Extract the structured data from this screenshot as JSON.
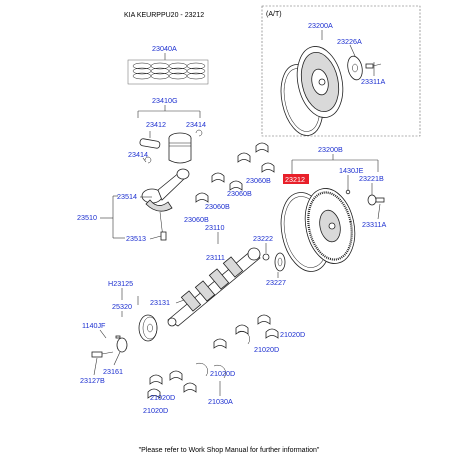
{
  "header": {
    "title": "KIA KEURPPU20 - 23212",
    "at_label": "(A/T)"
  },
  "footer": {
    "note": "\"Please refer to Work Shop Manual for further information\""
  },
  "colors": {
    "label_text": "#1c2fd0",
    "highlight_bg": "#e8202a",
    "highlight_text": "#ffffff"
  },
  "highlighted_part": "23212",
  "labels": {
    "l23200A": "23200A",
    "l23226A": "23226A",
    "l23311A_top": "23311A",
    "l23040A": "23040A",
    "l23410G": "23410G",
    "l23412": "23412",
    "l23414a": "23414",
    "l23414b": "23414",
    "l23200B": "23200B",
    "l1430JE": "1430JE",
    "l23221B": "23221B",
    "l23212": "23212",
    "l23060B_a": "23060B",
    "l23060B_b": "23060B",
    "l23060B_c": "23060B",
    "l23514": "23514",
    "l23510": "23510",
    "l23513": "23513",
    "l23110": "23110",
    "l23111": "23111",
    "l23222": "23222",
    "l23227": "23227",
    "l23311A_mid": "23311A",
    "lH23125": "H23125",
    "l25320": "25320",
    "l23131": "23131",
    "l1140JF": "1140JF",
    "l23161": "23161",
    "l23127B": "23127B",
    "l21020D_a": "21020D",
    "l21020D_b": "21020D",
    "l21020D_c": "21020D",
    "l21020D_d": "21020D",
    "l21030A": "21030A"
  }
}
